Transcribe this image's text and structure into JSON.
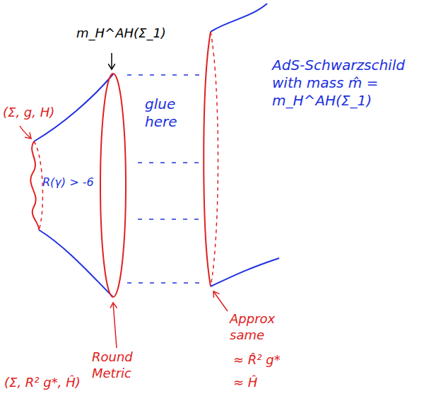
{
  "diagram": {
    "labels": [
      "m_H^AH(Σ_1)",
      "(Σ, g, H)",
      "R(γ) > -6",
      "glue here",
      "AdS-Schwarzschild with mass m̂ = m_H^AH(Σ_1)",
      "Round Metric",
      "(Σ, R² g*, Ĥ)",
      "Approx same",
      "≈ R̂² g*",
      "≈ Ĥ"
    ]
  }
}
